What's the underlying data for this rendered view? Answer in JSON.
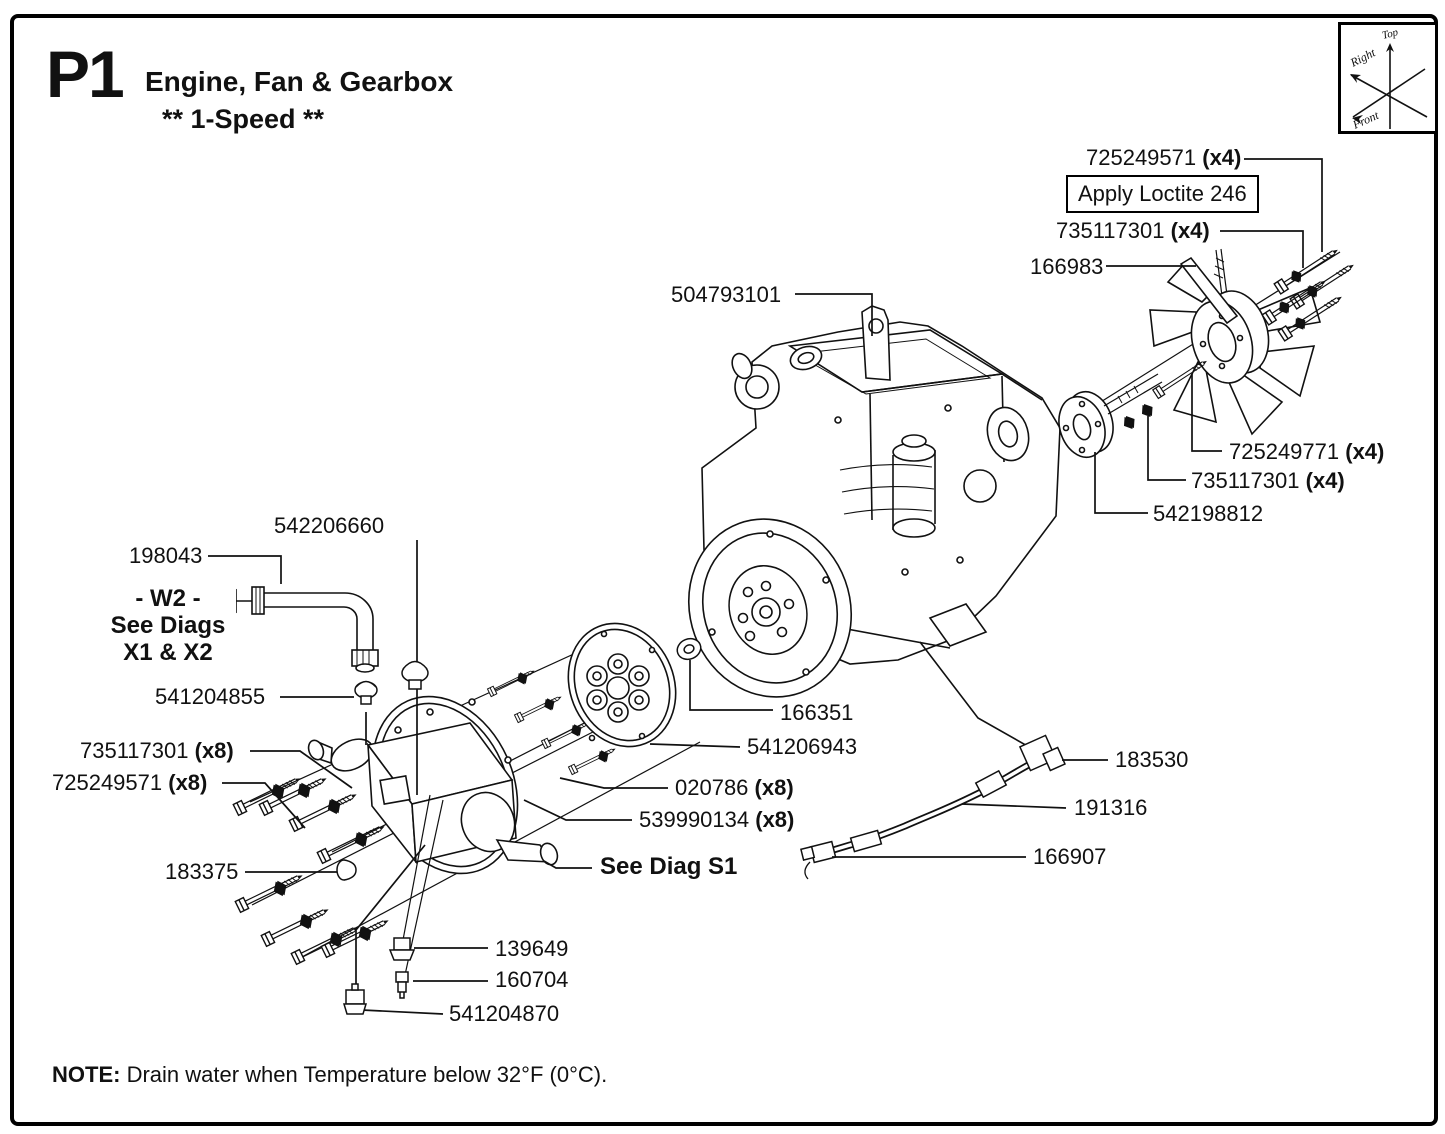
{
  "header": {
    "page_code": "P1",
    "title": "Engine, Fan & Gearbox",
    "subtitle": "** 1-Speed **"
  },
  "compass": {
    "top": "Top",
    "right": "Right",
    "front": "Front"
  },
  "callouts": {
    "bolt_fan_long": {
      "num": "725249571",
      "qty": "(x4)"
    },
    "loctite": {
      "text": "Apply Loctite 246"
    },
    "washer_fan_long": {
      "num": "735117301",
      "qty": "(x4)"
    },
    "fan_blade": {
      "num": "166983"
    },
    "lift_bracket": {
      "num": "504793101"
    },
    "bolt_fan_hub": {
      "num": "725249771",
      "qty": "(x4)"
    },
    "washer_fan_hub": {
      "num": "735117301",
      "qty": "(x4)"
    },
    "fan_hub": {
      "num": "542198812"
    },
    "breather_cap": {
      "num": "542206660"
    },
    "water_pipe": {
      "num": "198043"
    },
    "w2": {
      "line1": "- W2 -",
      "line2": "See Diags",
      "line3": "X1 & X2"
    },
    "plug_upper": {
      "num": "541204855"
    },
    "washer_gearbox": {
      "num": "735117301",
      "qty": "(x8)"
    },
    "bolt_gearbox": {
      "num": "725249571",
      "qty": "(x8)"
    },
    "plug_side": {
      "num": "183375"
    },
    "coupling_bush": {
      "num": "166351"
    },
    "coupling_disc": {
      "num": "541206943"
    },
    "washer_coupling": {
      "num": "020786",
      "qty": "(x8)"
    },
    "bolt_coupling": {
      "num": "539990134",
      "qty": "(x8)"
    },
    "elbow_fitting": {
      "num": "183530"
    },
    "drain_hose": {
      "num": "191316"
    },
    "drain_fitting": {
      "num": "166907"
    },
    "see_diag_s1": {
      "text": "See Diag S1"
    },
    "fitting_139649": {
      "num": "139649"
    },
    "fitting_160704": {
      "num": "160704"
    },
    "plug_lower": {
      "num": "541204870"
    }
  },
  "footer": {
    "note_label": "NOTE:",
    "note_text": "Drain water when Temperature below 32°F (0°C)."
  }
}
